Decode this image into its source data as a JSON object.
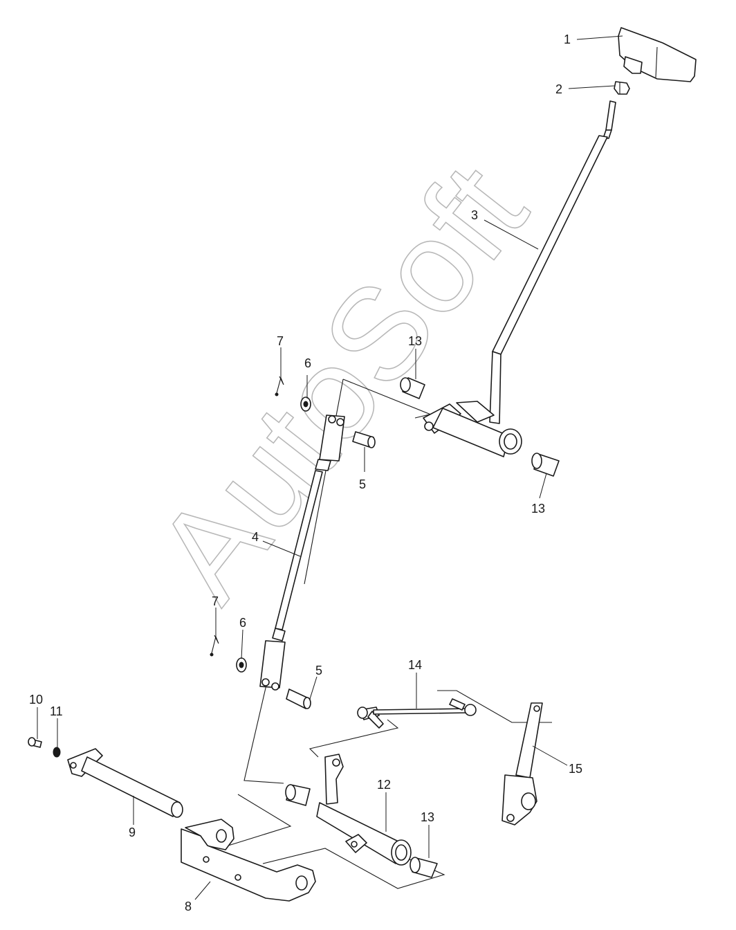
{
  "watermark": "AutoSoft",
  "callouts": {
    "c1": "1",
    "c2": "2",
    "c3": "3",
    "c4": "4",
    "c5a": "5",
    "c5b": "5",
    "c6a": "6",
    "c6b": "6",
    "c7a": "7",
    "c7b": "7",
    "c8": "8",
    "c9": "9",
    "c10": "10",
    "c11": "11",
    "c12": "12",
    "c13a": "13",
    "c13b": "13",
    "c13c": "13",
    "c14": "14",
    "c15": "15"
  }
}
